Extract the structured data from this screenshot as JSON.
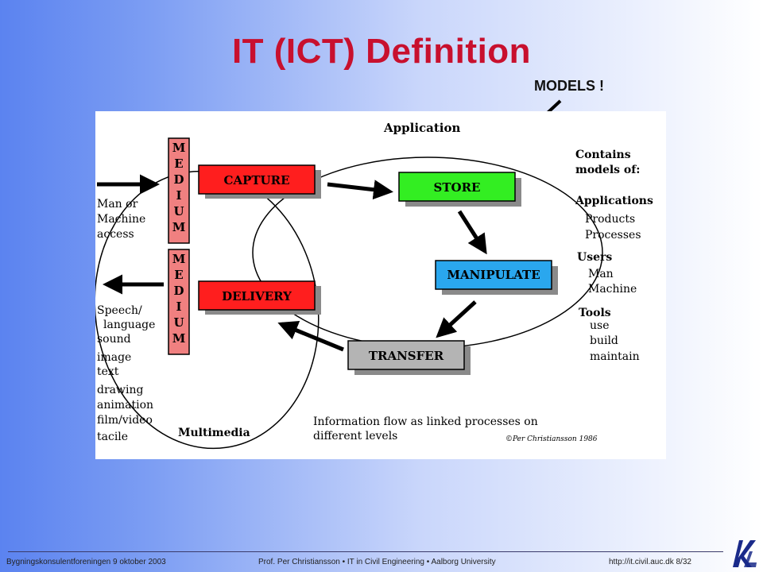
{
  "slide": {
    "title": "IT (ICT) Definition",
    "callout": "MODELS !"
  },
  "diagram": {
    "application_label": "Application",
    "multimedia_label": "Multimedia",
    "medium_letters": [
      "M",
      "E",
      "D",
      "I",
      "U",
      "M"
    ],
    "processes": {
      "capture": "CAPTURE",
      "store": "STORE",
      "manipulate": "MANIPULATE",
      "transfer": "TRANSFER",
      "delivery": "DELIVERY"
    },
    "left_input": [
      "Man or",
      "Machine",
      "access"
    ],
    "left_output": [
      "Speech/",
      "language",
      "sound",
      "image",
      "text",
      "drawing",
      "animation",
      "film/video",
      "tacile"
    ],
    "right_models": {
      "heading": [
        "Contains",
        "models of:"
      ],
      "groups": [
        {
          "title": "Applications",
          "items": [
            "Products",
            "Processes"
          ]
        },
        {
          "title": "Users",
          "items": [
            "Man",
            "Machine"
          ]
        },
        {
          "title": "Tools",
          "items": [
            "use",
            "build",
            "maintain"
          ]
        }
      ]
    },
    "caption": [
      "Information flow as linked processes on",
      "different levels"
    ],
    "copyright": "©Per Christiansson 1986",
    "colors": {
      "capture": "#ff1e1e",
      "store": "#33ee22",
      "manipulate": "#2aa7ee",
      "transfer": "#b4b4b4",
      "delivery": "#ff1e1e",
      "medium": "#f08080",
      "shadow": "#8a8a8a"
    }
  },
  "footer": {
    "left": "Bygningskonsulentforeningen  9 oktober 2003",
    "middle": "Prof. Per Christiansson • IT in Civil Engineering • Aalborg University",
    "right": "http://it.civil.auc.dk   8/32"
  }
}
